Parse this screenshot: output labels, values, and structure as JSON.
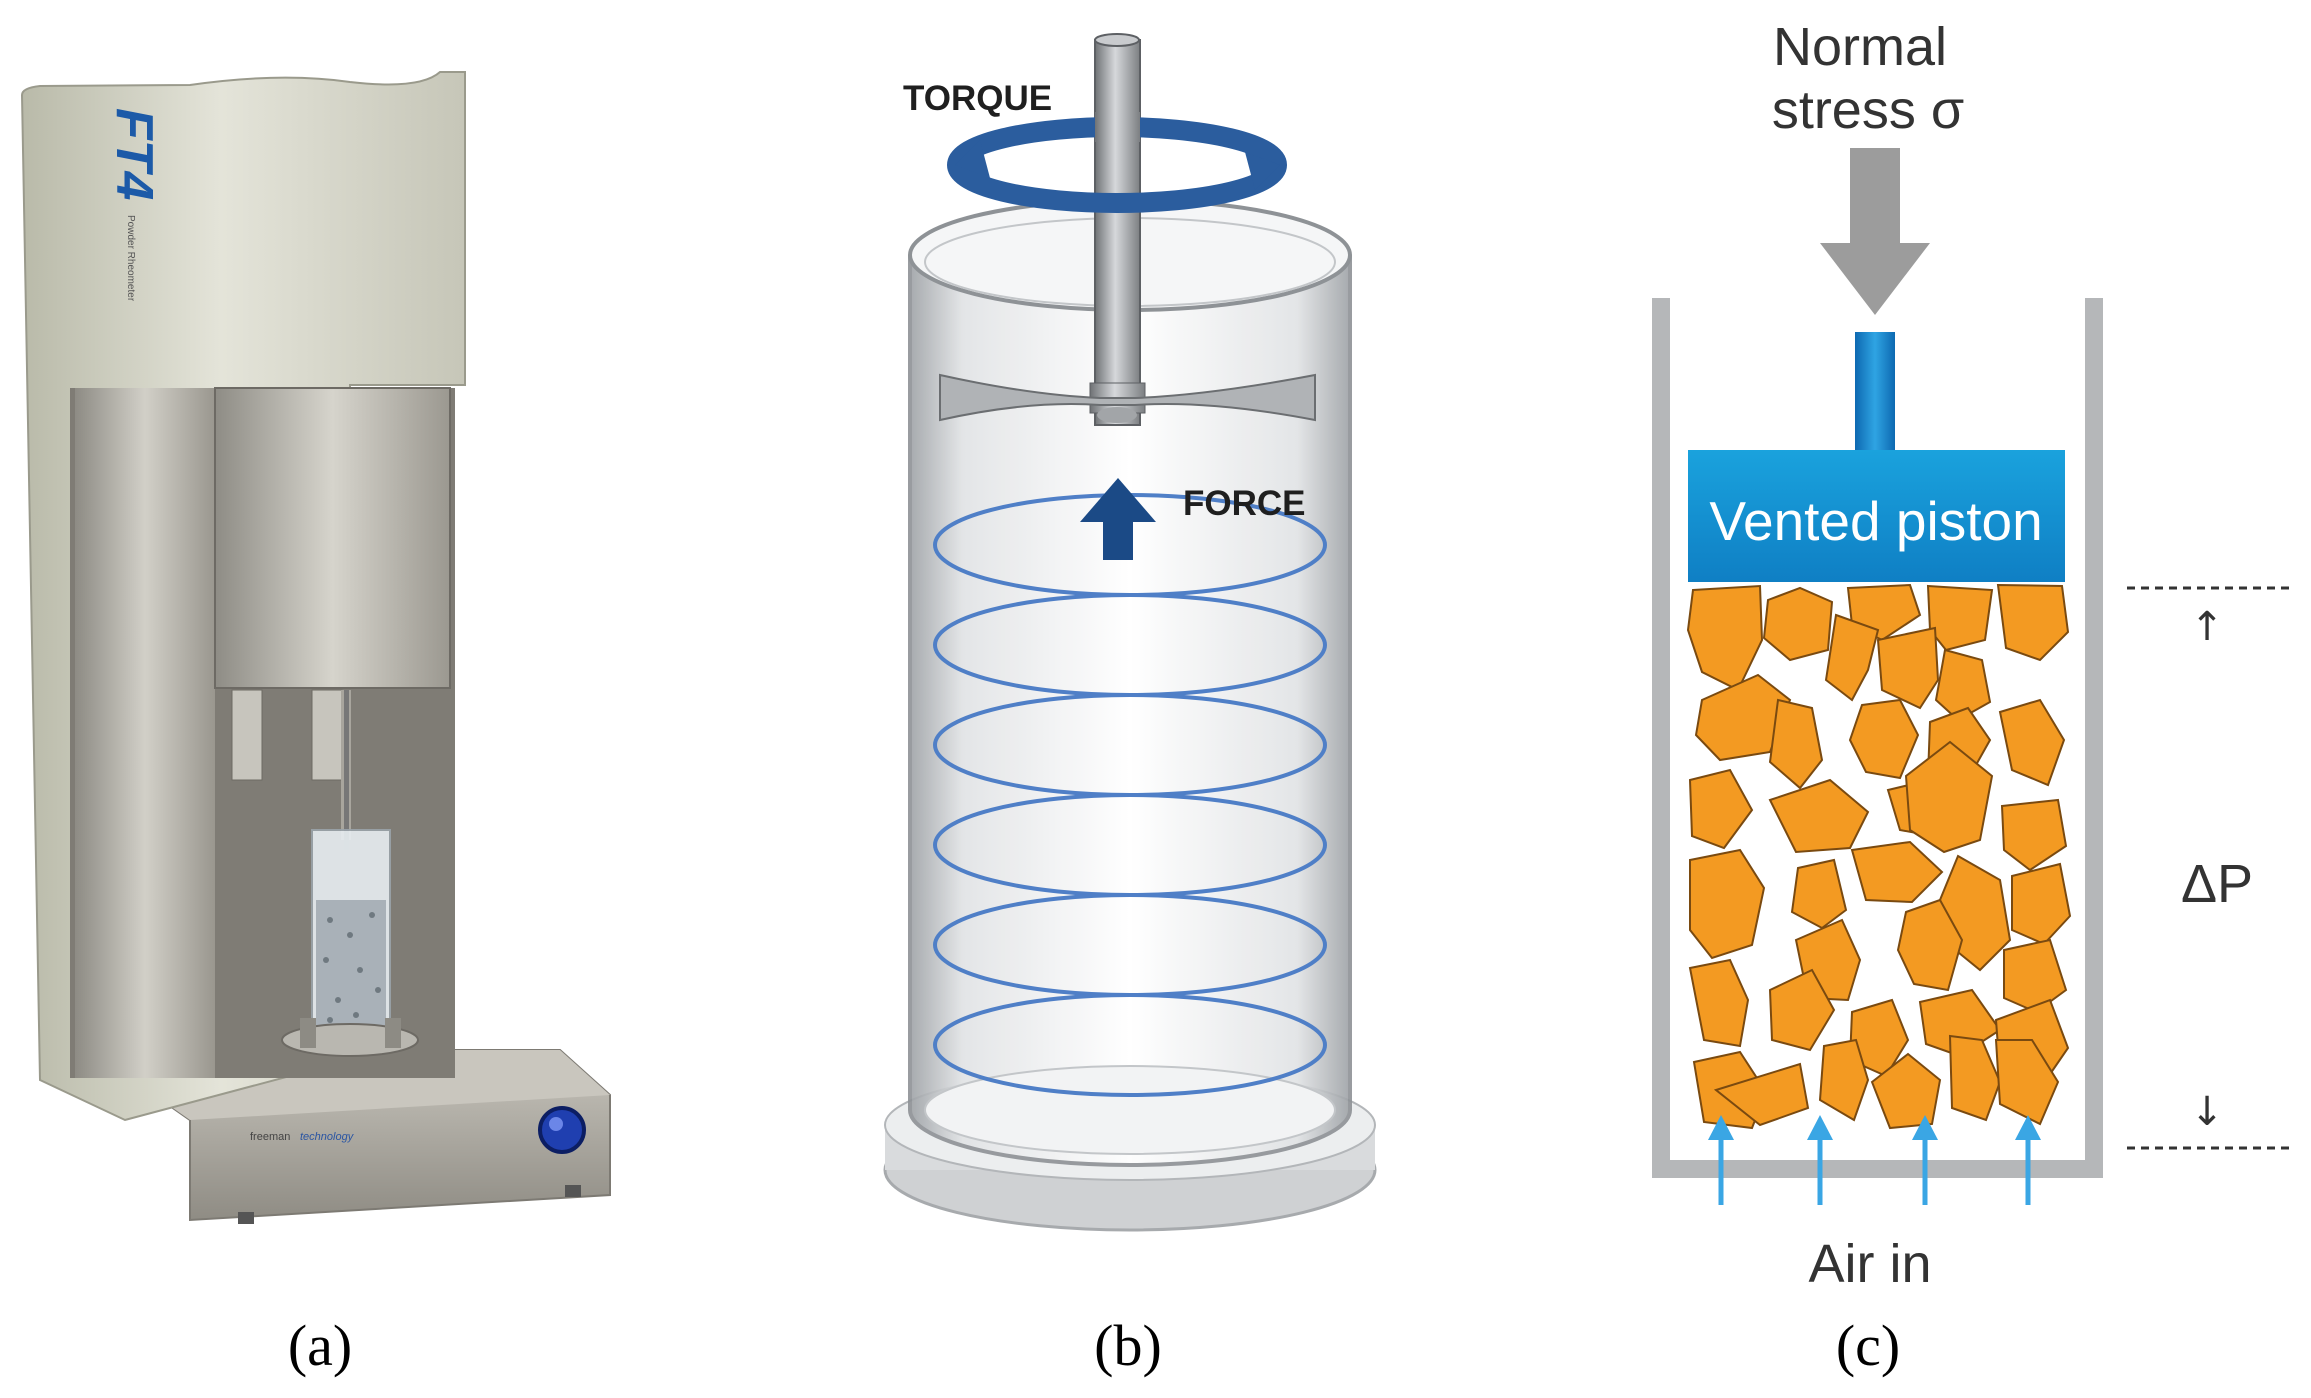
{
  "panel_a": {
    "brand_logo": "FT4",
    "brand_small": "Powder Rheometer",
    "base_label_1": "freeman",
    "base_label_2": "technology",
    "caption": "(a)"
  },
  "panel_b": {
    "torque_label": "TORQUE",
    "force_label": "FORCE",
    "caption": "(b)"
  },
  "panel_c": {
    "title_line1": "Normal",
    "title_line2": "stress σ",
    "piston_label": "Vented piston",
    "pressure_label": "ΔP",
    "air_label": "Air in",
    "up_arrow": "↑",
    "down_arrow": "↓",
    "caption": "(c)"
  },
  "colors": {
    "piston_blue": "#1296d6",
    "particle_orange": "#f39a22",
    "wall_gray": "#b5b7b9",
    "arrow_gray": "#9c9c9c",
    "air_arrow_blue": "#3aa6e4",
    "dark_blue": "#1b4a86",
    "helix_blue": "#4f7fc7"
  }
}
